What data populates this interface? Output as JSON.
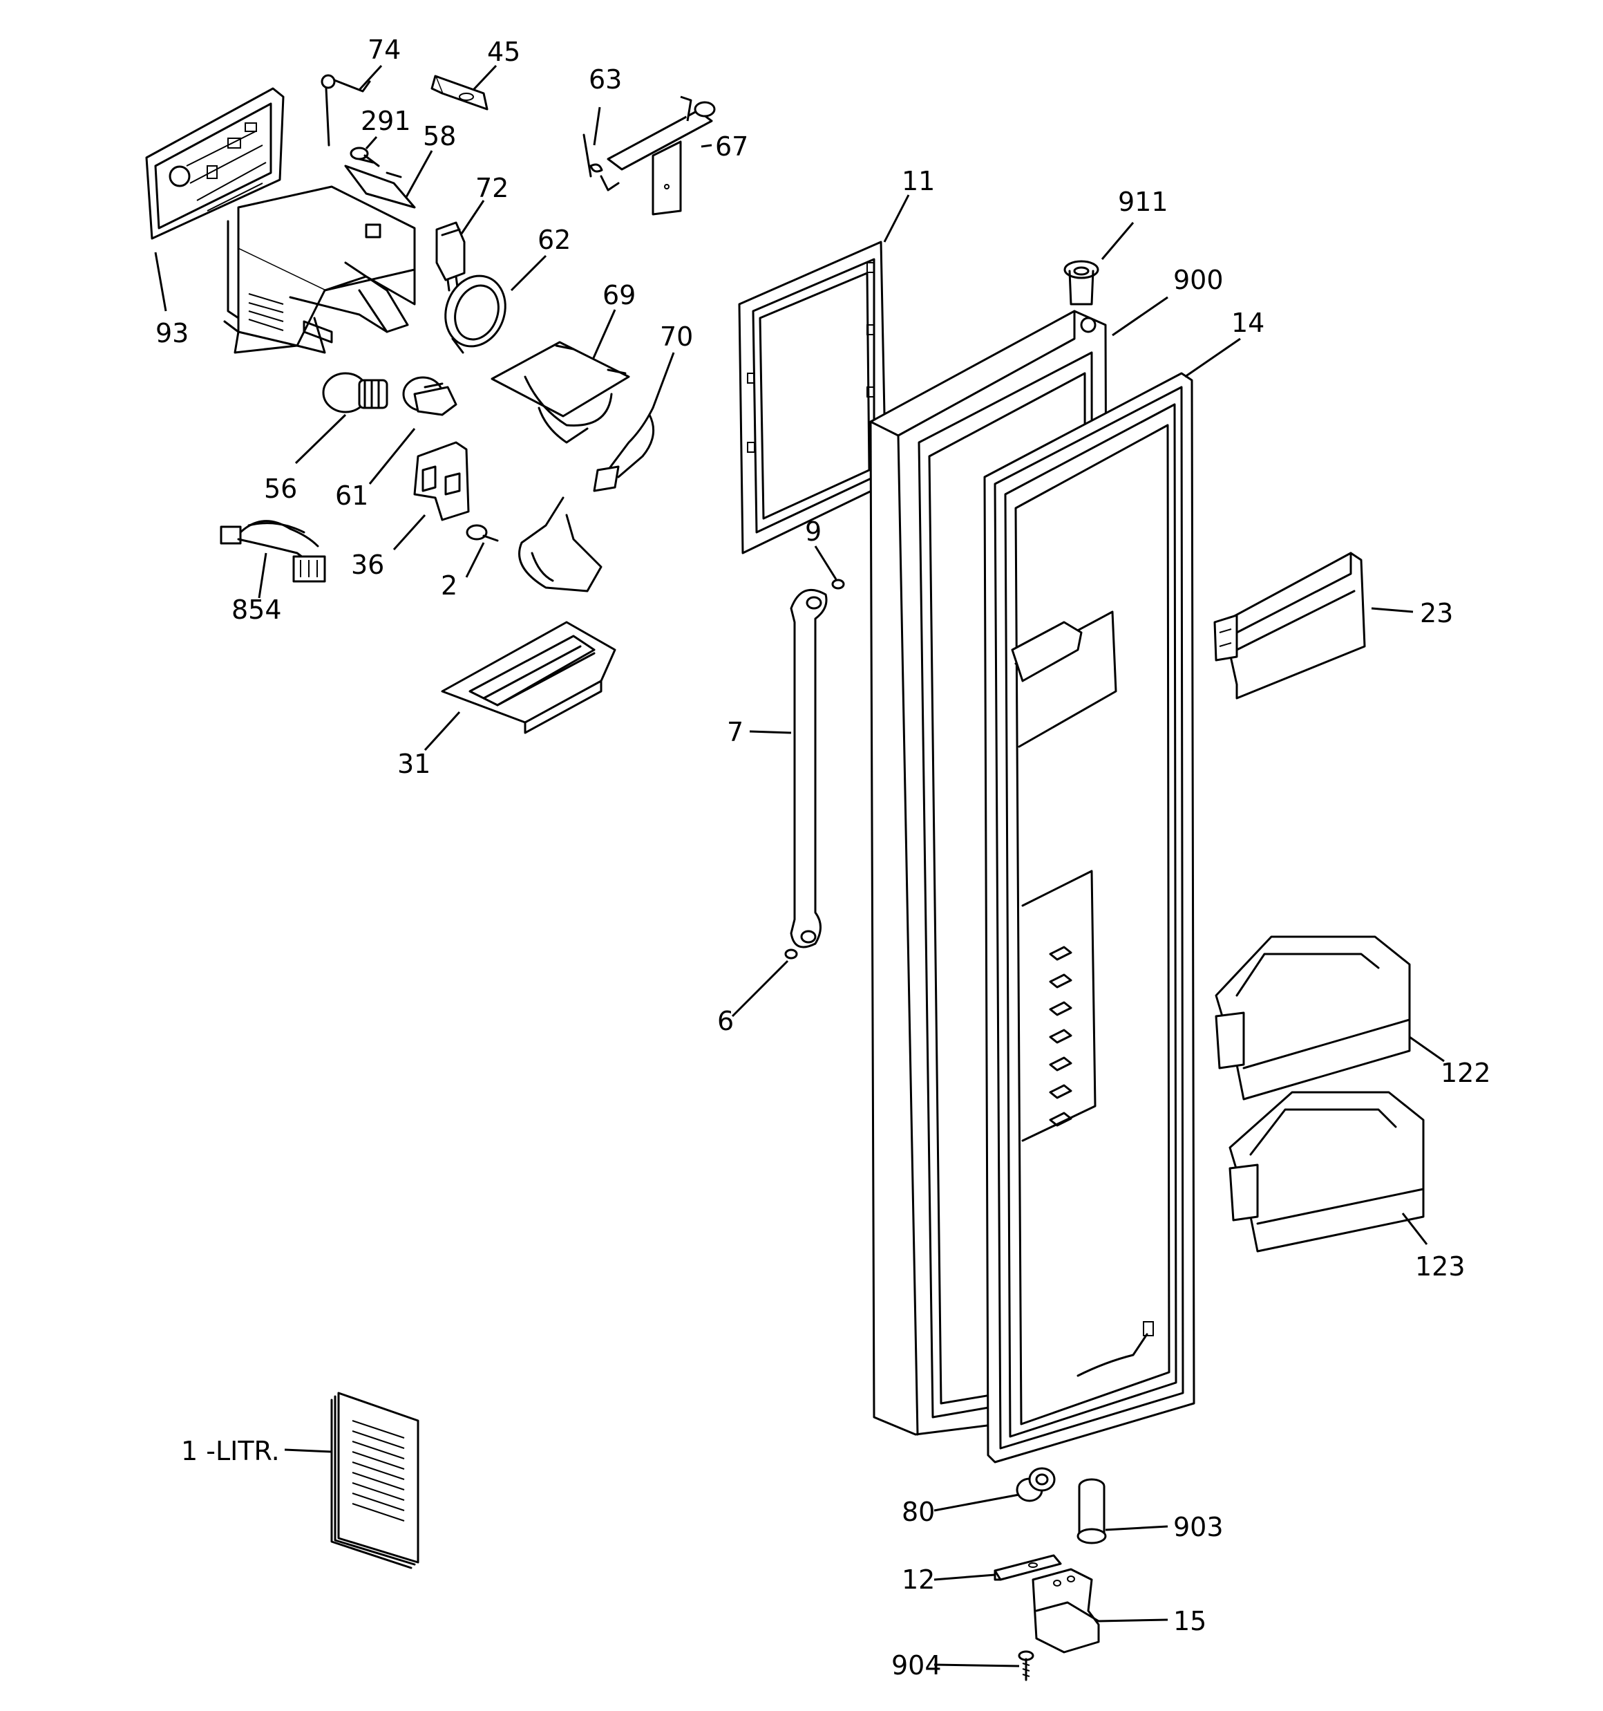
{
  "diagram": {
    "callouts": [
      {
        "id": "74",
        "text": "74"
      },
      {
        "id": "45",
        "text": "45"
      },
      {
        "id": "63",
        "text": "63"
      },
      {
        "id": "291",
        "text": "291"
      },
      {
        "id": "58",
        "text": "58"
      },
      {
        "id": "67",
        "text": "67"
      },
      {
        "id": "11",
        "text": "11"
      },
      {
        "id": "911",
        "text": "911"
      },
      {
        "id": "72",
        "text": "72"
      },
      {
        "id": "62",
        "text": "62"
      },
      {
        "id": "900",
        "text": "900"
      },
      {
        "id": "93",
        "text": "93"
      },
      {
        "id": "69",
        "text": "69"
      },
      {
        "id": "14",
        "text": "14"
      },
      {
        "id": "70",
        "text": "70"
      },
      {
        "id": "56",
        "text": "56"
      },
      {
        "id": "61",
        "text": "61"
      },
      {
        "id": "9",
        "text": "9"
      },
      {
        "id": "36",
        "text": "36"
      },
      {
        "id": "2",
        "text": "2"
      },
      {
        "id": "854",
        "text": "854"
      },
      {
        "id": "23",
        "text": "23"
      },
      {
        "id": "7",
        "text": "7"
      },
      {
        "id": "31",
        "text": "31"
      },
      {
        "id": "6",
        "text": "6"
      },
      {
        "id": "122",
        "text": "122"
      },
      {
        "id": "123",
        "text": "123"
      },
      {
        "id": "1-litr",
        "text": "1 -LITR."
      },
      {
        "id": "80",
        "text": "80"
      },
      {
        "id": "903",
        "text": "903"
      },
      {
        "id": "12",
        "text": "12"
      },
      {
        "id": "15",
        "text": "15"
      },
      {
        "id": "904",
        "text": "904"
      }
    ]
  }
}
